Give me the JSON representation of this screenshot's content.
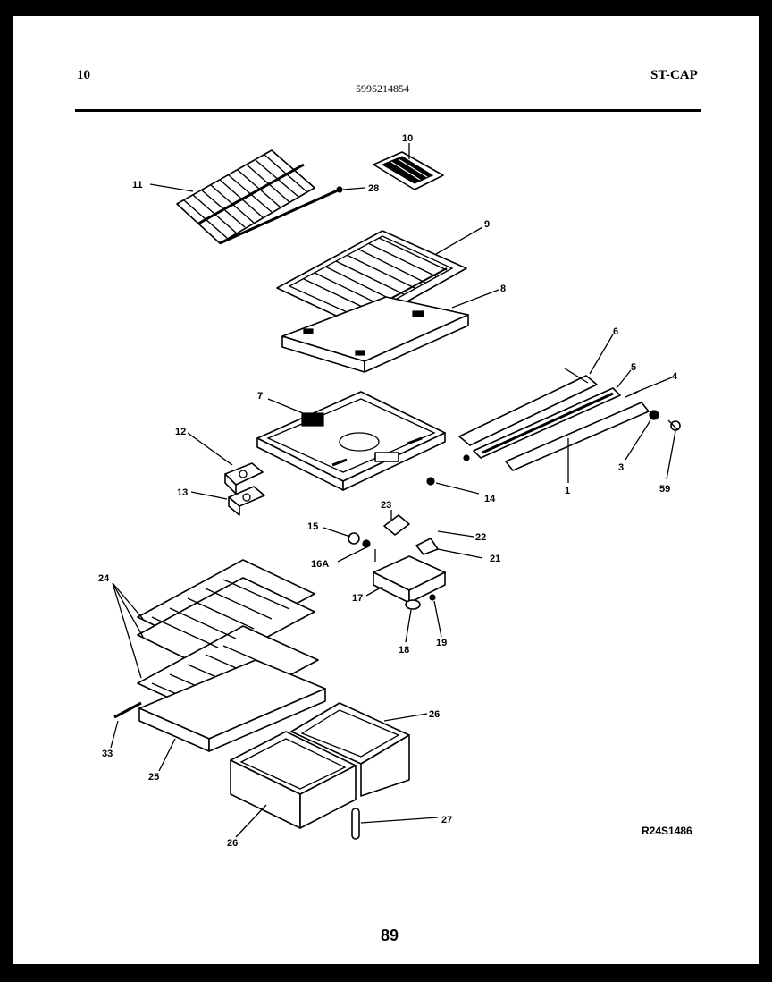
{
  "header": {
    "left": "10",
    "center": "5995214854",
    "right": "ST-CAP"
  },
  "footer": {
    "reference": "R24S1486",
    "page_number": "89"
  },
  "callouts": {
    "c1": "1",
    "c3": "3",
    "c4": "4",
    "c5": "5",
    "c6": "6",
    "c7": "7",
    "c8": "8",
    "c9": "9",
    "c10": "10",
    "c11": "11",
    "c12": "12",
    "c13": "13",
    "c14": "14",
    "c15": "15",
    "c16a": "16A",
    "c17": "17",
    "c18": "18",
    "c19": "19",
    "c21": "21",
    "c22": "22",
    "c23": "23",
    "c24": "24",
    "c25": "25",
    "c26a": "26",
    "c26b": "26",
    "c27": "27",
    "c28": "28",
    "c33": "33",
    "c59": "59"
  }
}
